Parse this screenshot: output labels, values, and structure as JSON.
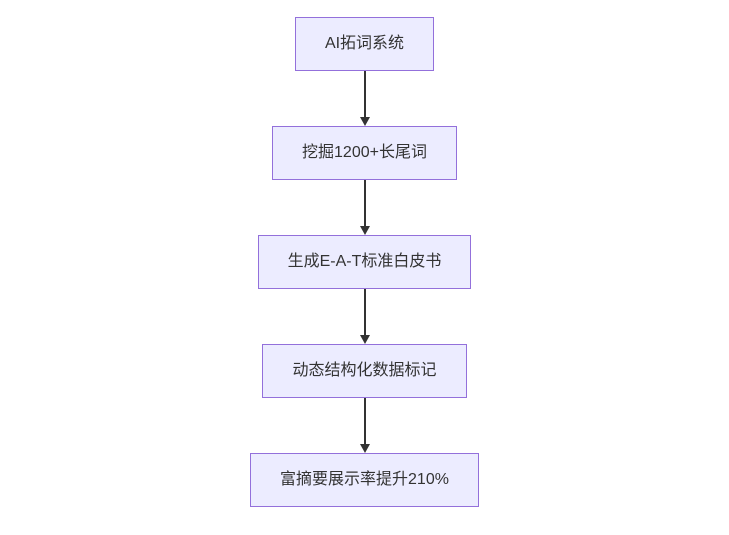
{
  "diagram": {
    "type": "flowchart",
    "direction": "top-down",
    "nodes": [
      {
        "id": "n1",
        "label": "AI拓词系统"
      },
      {
        "id": "n2",
        "label": "挖掘1200+长尾词"
      },
      {
        "id": "n3",
        "label": "生成E-A-T标准白皮书"
      },
      {
        "id": "n4",
        "label": "动态结构化数据标记"
      },
      {
        "id": "n5",
        "label": "富摘要展示率提升210%"
      }
    ],
    "edges": [
      {
        "from": "n1",
        "to": "n2"
      },
      {
        "from": "n2",
        "to": "n3"
      },
      {
        "from": "n3",
        "to": "n4"
      },
      {
        "from": "n4",
        "to": "n5"
      }
    ],
    "colors": {
      "node_fill": "#ececff",
      "node_border": "#9370db",
      "node_text": "#333333",
      "arrow": "#333333",
      "background": "#ffffff"
    }
  }
}
